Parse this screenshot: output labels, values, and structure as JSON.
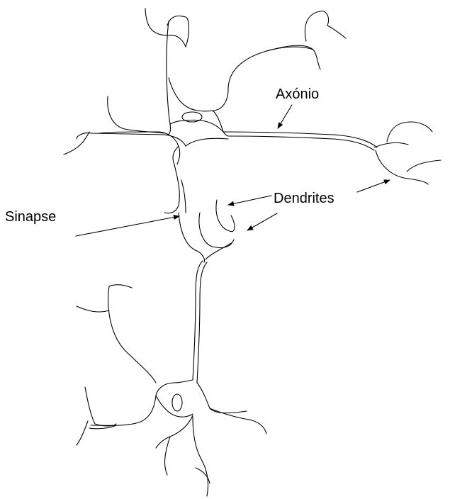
{
  "diagram": {
    "labels": {
      "axon": "Axónio",
      "dendrites": "Dendrites",
      "synapse": "Sinapse"
    },
    "colors": {
      "line": "#000000",
      "background": "#ffffff"
    }
  }
}
